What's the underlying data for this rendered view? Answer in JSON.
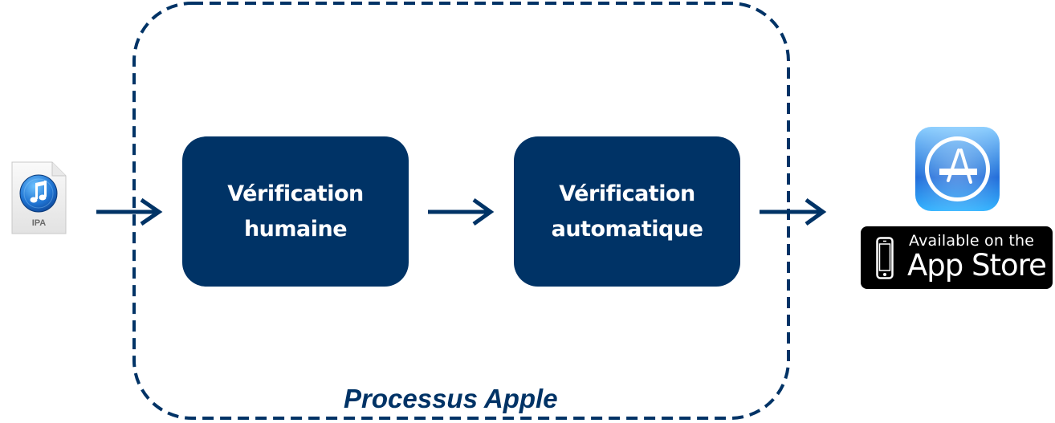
{
  "diagram": {
    "title": "Processus Apple",
    "colors": {
      "primary": "#003366",
      "box_text": "#ffffff",
      "badge_bg": "#000000",
      "app_icon_blue": "#1e88e5"
    },
    "input": {
      "file_label": "IPA",
      "icon": "itunes-ipa-file-icon"
    },
    "steps": [
      {
        "lines": [
          "Vérification",
          "humaine"
        ]
      },
      {
        "lines": [
          "Vérification",
          "automatique"
        ]
      }
    ],
    "output": {
      "app_icon": "app-store-icon",
      "badge": {
        "line1": "Available on the",
        "line2": "App Store",
        "icon": "iphone-icon"
      }
    },
    "edges": [
      {
        "from": "IPA",
        "to": "Vérification humaine"
      },
      {
        "from": "Vérification humaine",
        "to": "Vérification automatique"
      },
      {
        "from": "Vérification automatique",
        "to": "App Store"
      }
    ]
  }
}
